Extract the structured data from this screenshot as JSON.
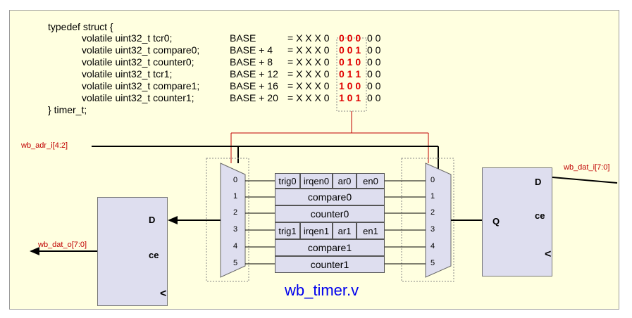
{
  "code": {
    "open": "typedef struct {",
    "close": "} timer_t;",
    "fields": [
      {
        "decl": "volatile uint32_t tcr0;",
        "addr": "BASE",
        "prefix": "= X X X 0",
        "bits": "0 0 0",
        "suffix": "0 0"
      },
      {
        "decl": "volatile uint32_t compare0;",
        "addr": "BASE + 4",
        "prefix": "= X X X 0",
        "bits": "0 0 1",
        "suffix": "0 0"
      },
      {
        "decl": "volatile uint32_t counter0;",
        "addr": "BASE + 8",
        "prefix": "= X X X 0",
        "bits": "0 1 0",
        "suffix": "0 0"
      },
      {
        "decl": "volatile uint32_t tcr1;",
        "addr": "BASE + 12",
        "prefix": "= X X X 0",
        "bits": "0 1 1",
        "suffix": "0 0"
      },
      {
        "decl": "volatile uint32_t compare1;",
        "addr": "BASE + 16",
        "prefix": "= X X X 0",
        "bits": "1 0 0",
        "suffix": "0 0"
      },
      {
        "decl": "volatile uint32_t counter1;",
        "addr": "BASE + 20",
        "prefix": "= X X X 0",
        "bits": "1 0 1",
        "suffix": "0 0"
      }
    ]
  },
  "signals": {
    "wb_adr": "wb_adr_i[4:2]",
    "wb_dat_i": "wb_dat_i[7:0]",
    "wb_dat_o": "wb_dat_o[7:0]"
  },
  "mux_left": [
    "0",
    "1",
    "2",
    "3",
    "4",
    "5"
  ],
  "mux_right": [
    "0",
    "1",
    "2",
    "3",
    "4",
    "5"
  ],
  "registers": {
    "tcr0": [
      "trig0",
      "irqen0",
      "ar0",
      "en0"
    ],
    "compare0": "compare0",
    "counter0": "counter0",
    "tcr1": [
      "trig1",
      "irqen1",
      "ar1",
      "en1"
    ],
    "compare1": "compare1",
    "counter1": "counter1"
  },
  "ff_left": {
    "d": "D",
    "ce": "ce",
    "clk": "<"
  },
  "ff_right": {
    "d": "D",
    "ce": "ce",
    "q": "Q",
    "clk": "<"
  },
  "caption": "wb_timer.v",
  "colors": {
    "background": "#ffffe0",
    "highlight": "#e00000",
    "caption": "#0000ee",
    "block": "#dedeef",
    "wire_red": "#c00000"
  }
}
